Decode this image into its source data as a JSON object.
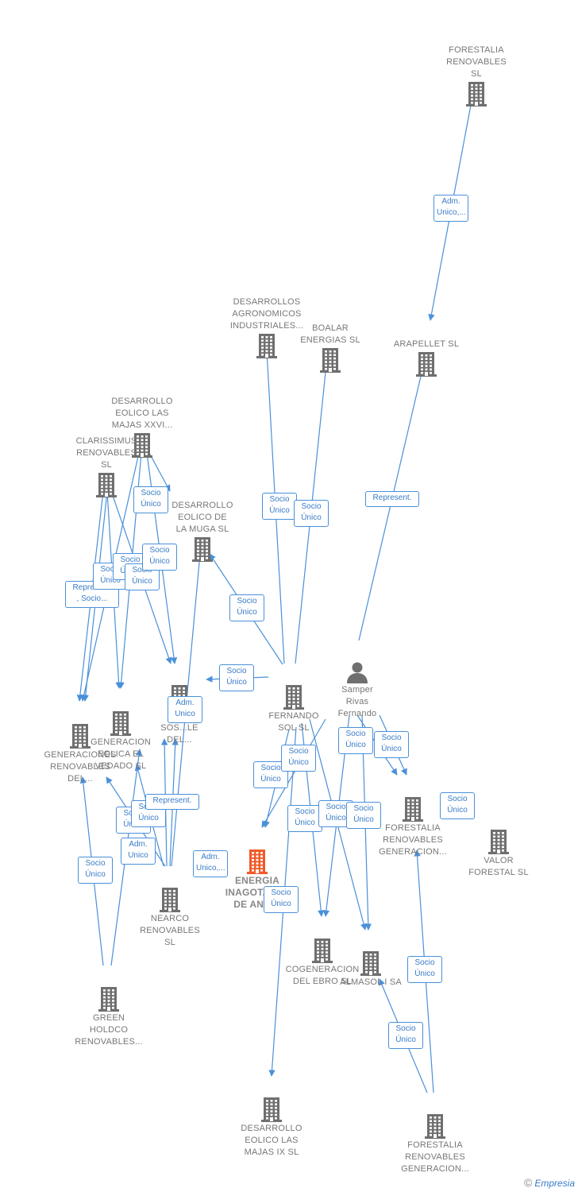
{
  "colors": {
    "edge": "#4a90d9",
    "building": "#6f6f6f",
    "main_building": "#f05a28",
    "person": "#6f6f6f"
  },
  "nodes": [
    {
      "id": "forestalia_renovables",
      "label": "FORESTALIA\nRENOVABLES\nSL",
      "icon": "building-icon"
    },
    {
      "id": "arapellet",
      "label": "ARAPELLET  SL",
      "icon": "building-icon"
    },
    {
      "id": "desarrollos_agronomicos",
      "label": "DESARROLLOS\nAGRONOMICOS\nINDUSTRIALES...",
      "icon": "building-icon"
    },
    {
      "id": "boalar_energias",
      "label": "BOALAR\nENERGIAS  SL",
      "icon": "building-icon"
    },
    {
      "id": "desarrollo_eolico_majas_xxvi",
      "label": "DESARROLLO\nEOLICO LAS\nMAJAS XXVI...",
      "icon": "building-icon"
    },
    {
      "id": "clarissimus",
      "label": "CLARISSIMUS\nRENOVABLES\nSL",
      "icon": "building-icon"
    },
    {
      "id": "desarrollo_eolico_muga",
      "label": "DESARROLLO\nEOLICO DE\nLA MUGA SL",
      "icon": "building-icon"
    },
    {
      "id": "eolica_sostenible",
      "label": "EO...\nSOS...LE\nDEL...",
      "icon": "building-icon"
    },
    {
      "id": "generacion_eolica_vedado",
      "label": "GENERACION\nEOLICA EL\nVEDADO SL",
      "icon": "building-icon"
    },
    {
      "id": "generaciones_renovables",
      "label": "GENERACIONES\nRENOVABLES\nDEL...",
      "icon": "building-icon"
    },
    {
      "id": "fernando_sol",
      "label": "FERNANDO\nSOL SL",
      "icon": "building-icon"
    },
    {
      "id": "samper_rivas",
      "label": "Samper\nRivas\nFernando",
      "icon": "person-icon"
    },
    {
      "id": "forestalia_generacion_1",
      "label": "FORESTALIA\nRENOVABLES\nGENERACION...",
      "icon": "building-icon"
    },
    {
      "id": "valor_forestal",
      "label": "VALOR\nFORESTAL SL",
      "icon": "building-icon"
    },
    {
      "id": "energia_inagotable",
      "label": "ENERGIA\nINAGOTABLE\nDE ANTI...",
      "icon": "building-icon"
    },
    {
      "id": "nearco_renovables",
      "label": "NEARCO\nRENOVABLES\nSL",
      "icon": "building-icon"
    },
    {
      "id": "cogeneracion_ebro",
      "label": "COGENERACION\nDEL EBRO  SL",
      "icon": "building-icon"
    },
    {
      "id": "almasol",
      "label": "ALMASOL I SA",
      "icon": "building-icon"
    },
    {
      "id": "green_holdco",
      "label": "GREEN\nHOLDCO\nRENOVABLES...",
      "icon": "building-icon"
    },
    {
      "id": "desarrollo_eolico_majas_ix",
      "label": "DESARROLLO\nEOLICO LAS\nMAJAS IX  SL",
      "icon": "building-icon"
    },
    {
      "id": "forestalia_generacion_2",
      "label": "FORESTALIA\nRENOVABLES\nGENERACION...",
      "icon": "building-icon"
    }
  ],
  "relations": [
    "Adm.\nUnico,...",
    "Represent.",
    "Socio\nÚnico",
    "Socio\nÚnico",
    "Socio\nÚnico",
    "Socio\nÚnico",
    "Socio\nÚnico",
    "Socio\nÚnico",
    "Socio\nÚnico",
    "Socio\nÚnico",
    "Socio\nÚnico",
    "Socio\nÚnico",
    "Socio\nÚnico",
    "Socio\nÚnico",
    "Socio\nÚnico",
    "Socio\nÚnico",
    "Socio\nÚnico",
    "Socio\nÚnico",
    "Socio\nÚnico",
    "Socio\nÚnico",
    "Represent.",
    "Adm.\nUnico,...",
    "Adm.\nUnico",
    "Adm.\nUnico",
    "Represent.\n, Socio...",
    "Socio\nÚnico",
    "Socio\nÚnico",
    "Socio\nÚnico",
    "Socio\nÚnico",
    "Socio\nÚnico"
  ],
  "brand": {
    "copyright": "©",
    "name": "Empresia"
  }
}
